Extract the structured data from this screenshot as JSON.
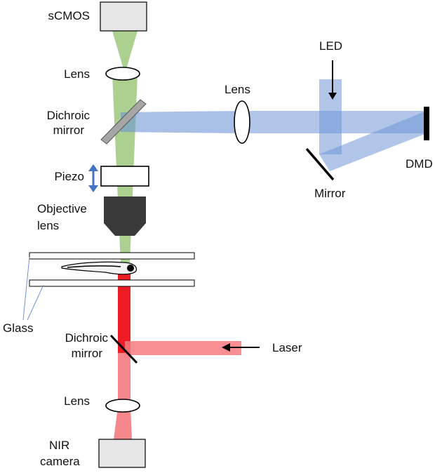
{
  "labels": {
    "scmos": "sCMOS",
    "lens_top": "Lens",
    "dichroic_top_1": "Dichroic",
    "dichroic_top_2": "mirror",
    "piezo": "Piezo",
    "objective_1": "Objective",
    "objective_2": "lens",
    "lens_right": "Lens",
    "led": "LED",
    "dmd": "DMD",
    "mirror": "Mirror",
    "glass": "Glass",
    "dichroic_bottom_1": "Dichroic",
    "dichroic_bottom_2": "mirror",
    "laser": "Laser",
    "lens_bottom": "Lens",
    "nir_1": "NIR",
    "nir_2": "camera"
  },
  "colors": {
    "green_beam": "#8fc06b",
    "blue_beam": "#6f95d6",
    "red_beam_dark": "#ee1c24",
    "red_beam_light": "#f57a7f",
    "objective": "#3a3a3a",
    "camera_fill": "#e6e6e6",
    "piezo_arrow": "#4472c4",
    "outline": "#000000"
  }
}
